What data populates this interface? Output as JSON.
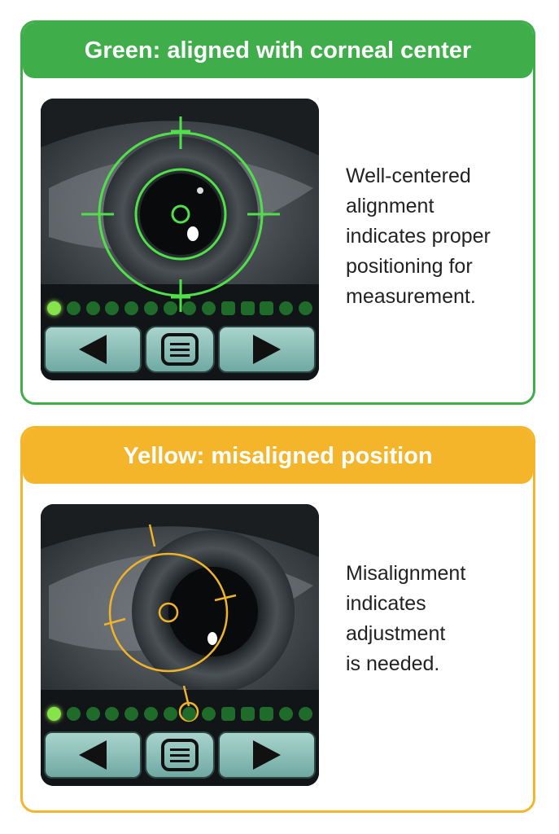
{
  "panels": [
    {
      "title": "Green: aligned with corneal center",
      "accent": "#3fae4a",
      "description_lines": [
        "Well-centered",
        "alignment",
        "indicates proper",
        "positioning for",
        "measurement."
      ],
      "reticle": "green-crosshair-reticle-icon"
    },
    {
      "title": "Yellow: misaligned position",
      "accent": "#f5b52a",
      "description_lines": [
        "Misalignment",
        "indicates",
        "adjustment",
        "is needed."
      ],
      "reticle": "yellow-crosshair-reticle-icon"
    }
  ],
  "controls": {
    "prev_icon": "triangle-left-icon",
    "menu_icon": "menu-icon",
    "next_icon": "triangle-right-icon"
  }
}
